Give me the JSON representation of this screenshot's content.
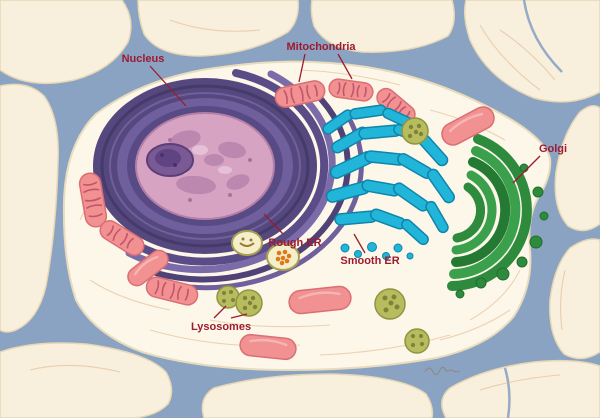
{
  "labels": {
    "nucleus": "Nucleus",
    "mitochondria": "Mitochondria",
    "golgi": "Golgi",
    "rough_er": "Rough ER",
    "smooth_er": "Smooth ER",
    "lysosomes": "Lysosomes"
  },
  "colors": {
    "background-border": "#8ba3c2",
    "cell-fill": "#f8efdc",
    "central-cell-fill": "#fdf7e9",
    "fiber": "#e0b287",
    "label-text": "#9c1b30",
    "nucleus-envelope": "#54487e",
    "nucleus-mid": "#6f5f9c",
    "nucleoplasm": "#d6a3c3",
    "nucleolus": "#7a5a94",
    "rough-er": "#5a4c86",
    "smooth-er": "#22b5da",
    "smooth-er-outline": "#0e85ab",
    "golgi": "#2e8b3e",
    "mitochondrion": "#f19191",
    "mitochondrion-stripe": "#c2556c",
    "lysosome": "#b8bc5e",
    "lysosome-dot": "#7d8338"
  }
}
